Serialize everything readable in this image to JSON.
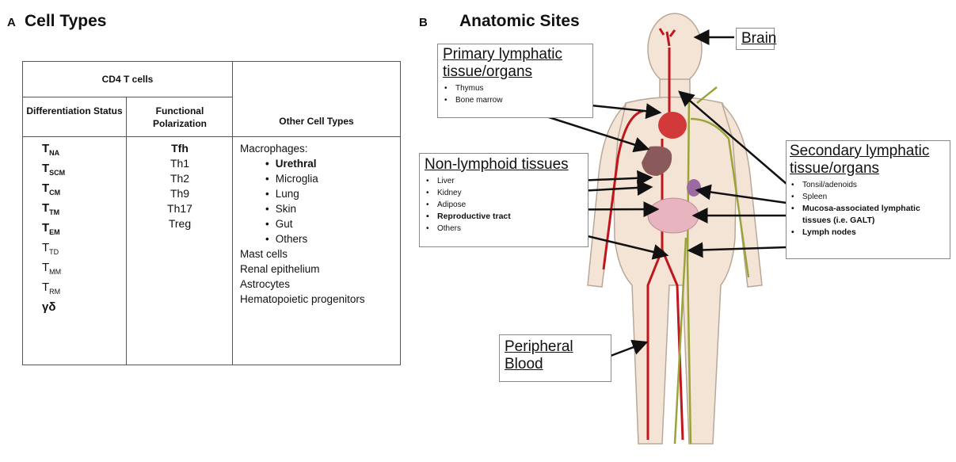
{
  "panel_a": {
    "letter": "A",
    "title": "Cell Types",
    "table": {
      "group_header": "CD4 T cells",
      "col1_header": "Differentiation Status",
      "col2_header": "Functional Polarization",
      "col3_header": "Other Cell Types",
      "differentiation": [
        {
          "base": "T",
          "sub": "NA",
          "bold": true
        },
        {
          "base": "T",
          "sub": "SCM",
          "bold": true
        },
        {
          "base": "T",
          "sub": "CM",
          "bold": true
        },
        {
          "base": "T",
          "sub": "TM",
          "bold": true
        },
        {
          "base": "T",
          "sub": "EM",
          "bold": true
        },
        {
          "base": "T",
          "sub": "TD",
          "bold": false
        },
        {
          "base": "T",
          "sub": "MM",
          "bold": false
        },
        {
          "base": "T",
          "sub": "RM",
          "bold": false
        },
        {
          "base": "γδ",
          "sub": "",
          "bold": true
        }
      ],
      "polarization": [
        {
          "text": "Tfh",
          "bold": true
        },
        {
          "text": "Th1",
          "bold": false
        },
        {
          "text": "Th2",
          "bold": false
        },
        {
          "text": "Th9",
          "bold": false
        },
        {
          "text": "Th17",
          "bold": false
        },
        {
          "text": "Treg",
          "bold": false
        }
      ],
      "other_cell_types": [
        {
          "text": "Macrophages:",
          "sub": false,
          "bold": false
        },
        {
          "text": "Urethral",
          "sub": true,
          "bold": true
        },
        {
          "text": "Microglia",
          "sub": true,
          "bold": false
        },
        {
          "text": "Lung",
          "sub": true,
          "bold": false
        },
        {
          "text": "Skin",
          "sub": true,
          "bold": false
        },
        {
          "text": "Gut",
          "sub": true,
          "bold": false
        },
        {
          "text": "Others",
          "sub": true,
          "bold": false
        },
        {
          "text": "Mast cells",
          "sub": false,
          "bold": false
        },
        {
          "text": "Renal epithelium",
          "sub": false,
          "bold": false
        },
        {
          "text": "Astrocytes",
          "sub": false,
          "bold": false
        },
        {
          "text": "Hematopoietic progenitors",
          "sub": false,
          "bold": false
        }
      ]
    }
  },
  "panel_b": {
    "letter": "B",
    "title": "Anatomic Sites",
    "brain": "Brain",
    "primary": {
      "title_line1": "Primary lymphatic",
      "title_line2": "tissue/organs",
      "items": [
        {
          "text": "Thymus",
          "bold": false
        },
        {
          "text": "Bone marrow",
          "bold": false
        }
      ]
    },
    "nonlymphoid": {
      "title": "Non-lymphoid tissues",
      "items": [
        {
          "text": "Liver",
          "bold": false
        },
        {
          "text": "Kidney",
          "bold": false
        },
        {
          "text": "Adipose",
          "bold": false
        },
        {
          "text": "Reproductive tract",
          "bold": true
        },
        {
          "text": "Others",
          "bold": false
        }
      ]
    },
    "secondary": {
      "title_line1": "Secondary lymphatic",
      "title_line2": "tissue/organs",
      "items": [
        {
          "text": "Tonsil/adenoids",
          "bold": false
        },
        {
          "text": "Spleen",
          "bold": false
        },
        {
          "text": "Mucosa-associated lymphatic tissues (i.e. GALT)",
          "bold": true
        },
        {
          "text": "Lymph nodes",
          "bold": true
        }
      ]
    },
    "peripheral": {
      "line1": "Peripheral",
      "line2": "Blood"
    },
    "colors": {
      "artery": "#c0161c",
      "lymph": "#9aa43a",
      "skin": "#f4e4d6",
      "outline": "#b8a898"
    }
  }
}
